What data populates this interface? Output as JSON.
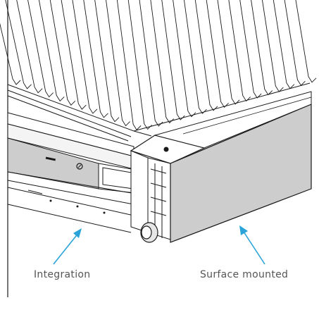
{
  "labels": {
    "integration": "Integration",
    "surface_mounted": "Surface mounted"
  },
  "colors": {
    "line": "#1a1a1a",
    "panel_gray": "#cdcdcd",
    "arrow": "#29a3d8",
    "label_text": "#555555"
  },
  "fin_count": 28
}
